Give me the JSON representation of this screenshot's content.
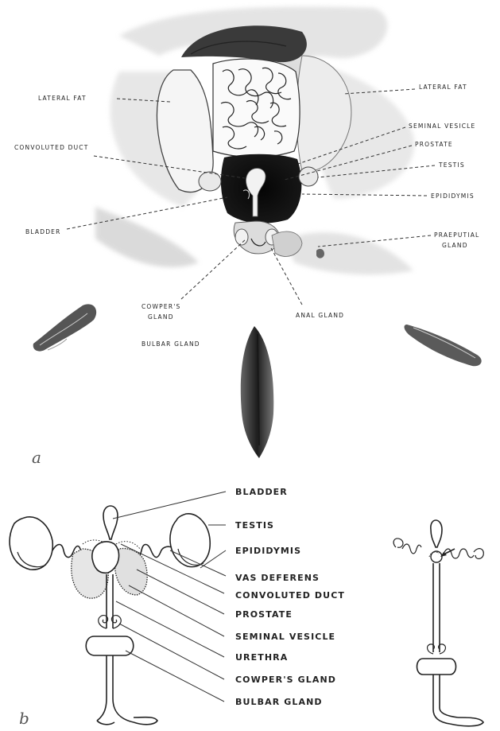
{
  "panel_a": {
    "letter": "a",
    "labels": {
      "lateral_fat_left": "LATERAL FAT",
      "lateral_fat_right": "LATERAL FAT",
      "seminal_vesicle": "SEMINAL VESICLE",
      "convoluted_duct": "CONVOLUTED DUCT",
      "prostate": "PROSTATE",
      "testis": "TESTIS",
      "epididymis": "EPIDIDYMIS",
      "bladder": "BLADDER",
      "praeputial_1": "PRAEPUTIAL",
      "praeputial_2": "GLAND",
      "cowpers_1": "COWPER'S",
      "cowpers_2": "GLAND",
      "anal_gland": "ANAL GLAND",
      "bulbar_gland": "BULBAR GLAND"
    }
  },
  "panel_b": {
    "letter": "b",
    "labels": {
      "bladder": "BLADDER",
      "testis": "TESTIS",
      "epididymis": "EPIDIDYMIS",
      "vas_deferens": "VAS DEFERENS",
      "convoluted_duct": "CONVOLUTED DUCT",
      "prostate": "PROSTATE",
      "seminal_vesicle": "SEMINAL VESICLE",
      "urethra": "URETHRA",
      "cowpers_gland": "COWPER'S GLAND",
      "bulbar_gland": "BULBAR GLAND"
    }
  }
}
